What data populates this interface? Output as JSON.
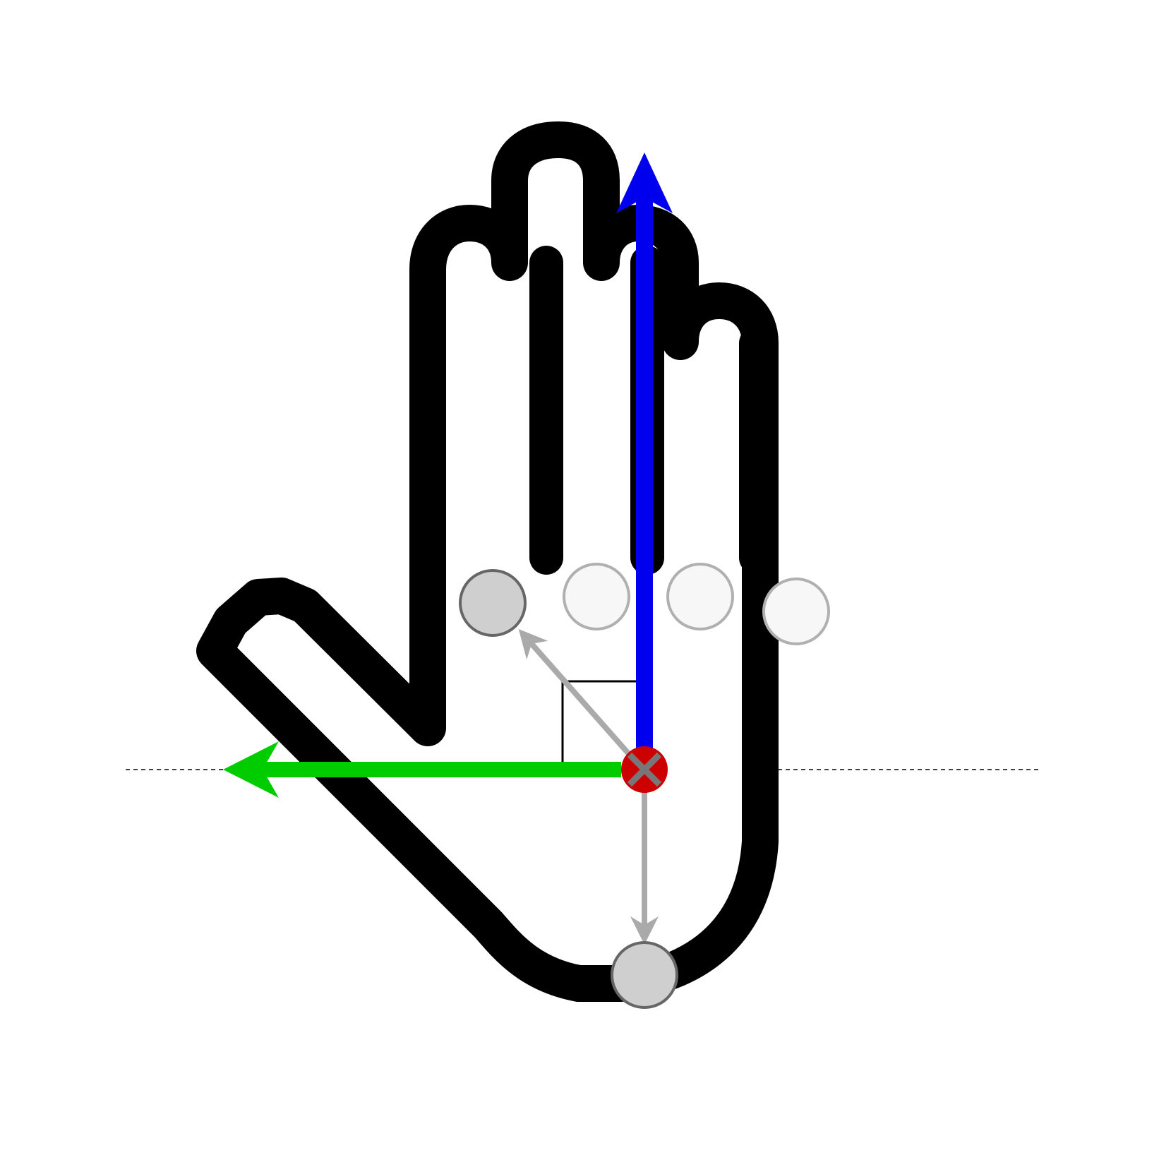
{
  "colors": {
    "background": "#ffffff",
    "hand_outline": "#000000",
    "hand_fill": "#ffffff",
    "up_axis": "#0000ee",
    "side_axis": "#00cc00",
    "helper_arrow": "#aaaaaa",
    "origin": "#cc0000",
    "origin_cross": "#777777",
    "active_joint_fill": "#cfcfcf",
    "active_joint_stroke": "#666666",
    "inactive_joint_fill": "#f7f7f7",
    "inactive_joint_stroke": "#b0b0b0",
    "reference_line": "#000000"
  },
  "icons": {
    "hand": "open-hand-outline-icon",
    "origin": "origin-cross-icon"
  },
  "joints": {
    "active_count": 2,
    "inactive_count": 3
  },
  "annotations": {
    "right_angle_marker": true,
    "horizontal_reference_line": "dashed"
  }
}
